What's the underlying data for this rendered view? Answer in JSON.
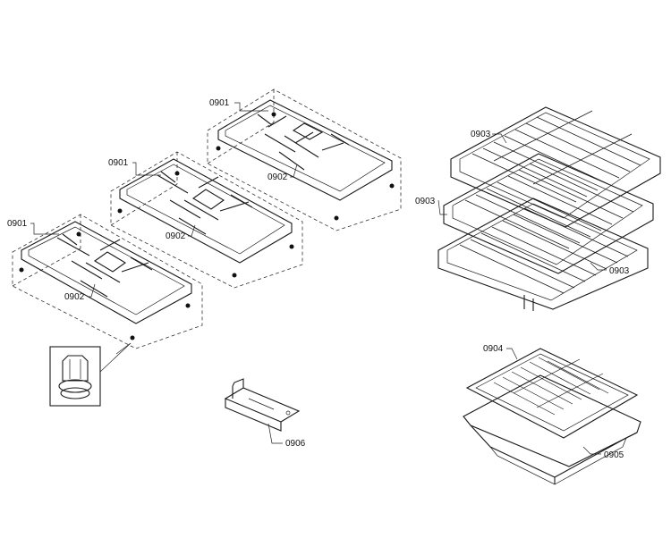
{
  "labels": {
    "grate_top": "0901",
    "grate_mid": "0901",
    "grate_left": "0901",
    "foot_top": "0902",
    "foot_mid": "0902",
    "foot_left": "0902",
    "rack_top": "0903",
    "rack_mid": "0903",
    "rack_bottom": "0903",
    "broiler_pan": "0904",
    "broiler_tray": "0905",
    "bracket": "0906"
  }
}
